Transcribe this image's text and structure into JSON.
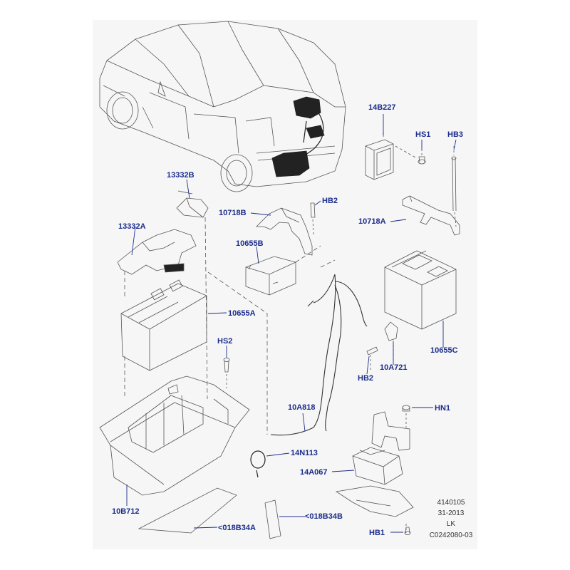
{
  "labels": {
    "l14B227": "14B227",
    "lHS1": "HS1",
    "lHB3": "HB3",
    "l13332B": "13332B",
    "lHB2_top": "HB2",
    "l10718B": "10718B",
    "l10718A": "10718A",
    "l13332A": "13332A",
    "l10655B": "10655B",
    "l10655A": "10655A",
    "lHS2": "HS2",
    "l10655C": "10655C",
    "lHB2_mid": "HB2",
    "l10A721": "10A721",
    "l10A818": "10A818",
    "lHN1": "HN1",
    "l14N113": "14N113",
    "l14A067": "14A067",
    "l10B712": "10B712",
    "l018B34A": "<018B34A",
    "l018B34B": "<018B34B",
    "lHB1": "HB1"
  },
  "info": {
    "line1": "4140105",
    "line2": "31-2013",
    "line3": "LK",
    "line4": "C0242080-03"
  },
  "colors": {
    "label": "#1c2d8c",
    "panel": "#f6f6f6",
    "line": "#333333",
    "dark_part": "#222222"
  }
}
